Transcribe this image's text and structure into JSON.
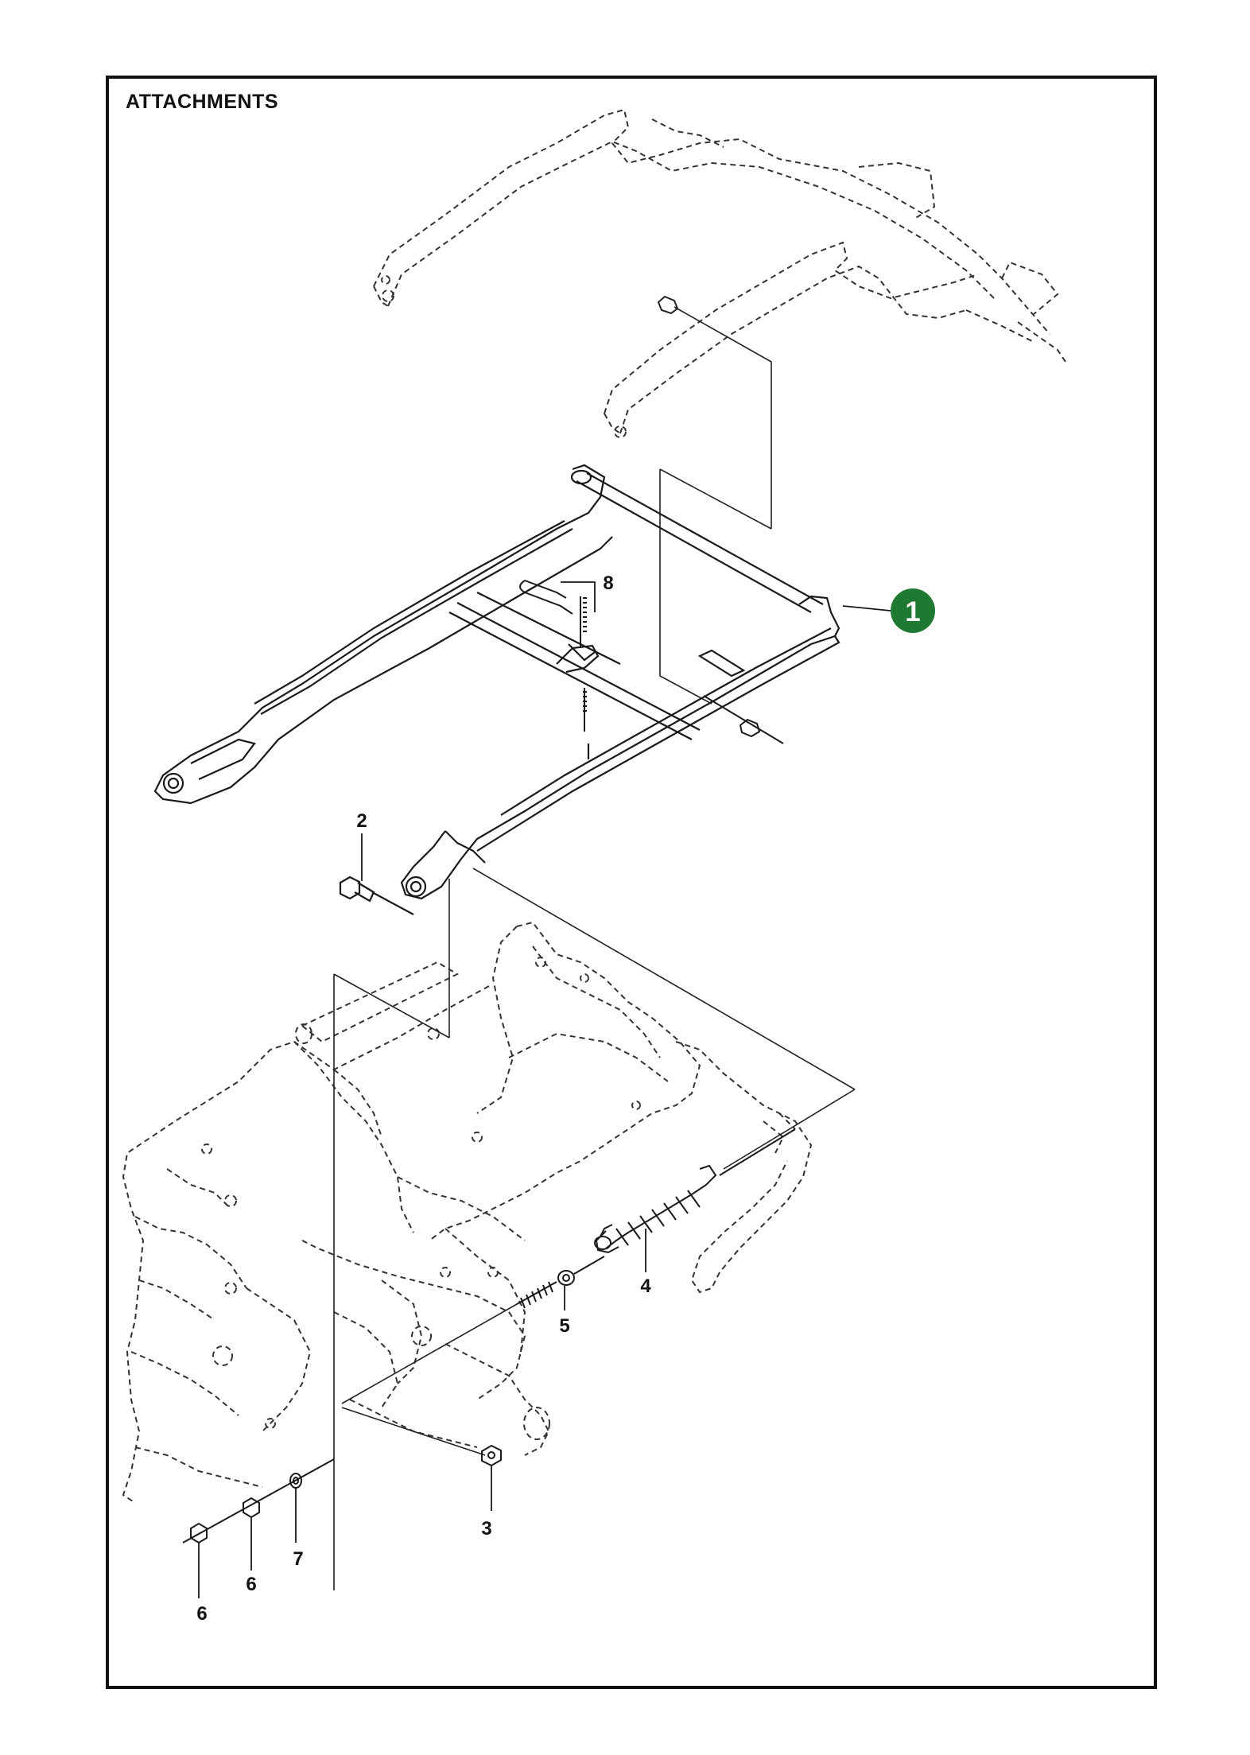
{
  "page": {
    "title": "ATTACHMENTS",
    "highlight_color": "#1e7a32"
  },
  "callouts": [
    {
      "id": "c1",
      "label": "1",
      "highlighted": true
    },
    {
      "id": "c2",
      "label": "2"
    },
    {
      "id": "c3",
      "label": "3"
    },
    {
      "id": "c4",
      "label": "4"
    },
    {
      "id": "c5",
      "label": "5"
    },
    {
      "id": "c6a",
      "label": "6"
    },
    {
      "id": "c6b",
      "label": "6"
    },
    {
      "id": "c7",
      "label": "7"
    },
    {
      "id": "c8",
      "label": "8"
    }
  ]
}
